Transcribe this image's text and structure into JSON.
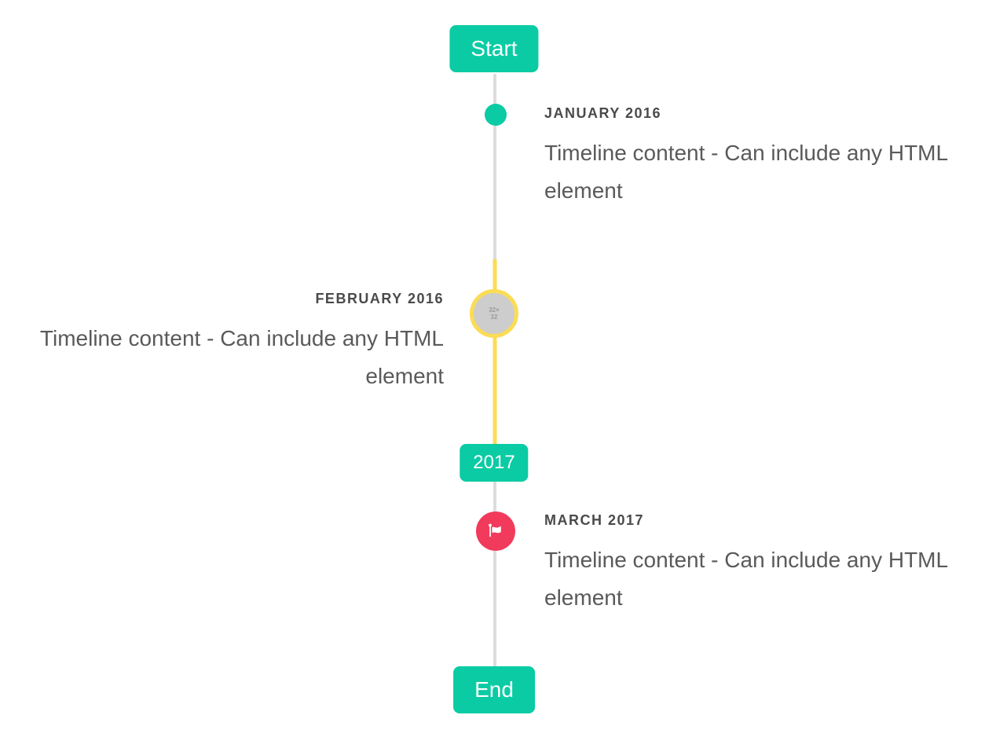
{
  "timeline": {
    "start_badge": "Start",
    "year_badge": "2017",
    "end_badge": "End",
    "colors": {
      "accent_teal": "#0ACBA4",
      "highlight_yellow": "#FBDC55",
      "marker_red": "#F23A5C",
      "line_gray": "#DCDCDC",
      "placeholder_gray": "#CDCDCD",
      "label_text": "#4A4A4A",
      "content_text": "#5A5A5A"
    },
    "items": [
      {
        "label": "JANUARY 2016",
        "content": "Timeline content - Can include any HTML element",
        "side": "right",
        "marker": "teal-dot"
      },
      {
        "label": "FEBRUARY 2016",
        "content": "Timeline content - Can include any HTML element",
        "side": "left",
        "marker": "image-placeholder",
        "image_alt": "32×32",
        "highlighted": true
      },
      {
        "label": "MARCH 2017",
        "content": "Timeline content - Can include any HTML element",
        "side": "right",
        "marker": "flag"
      }
    ]
  }
}
